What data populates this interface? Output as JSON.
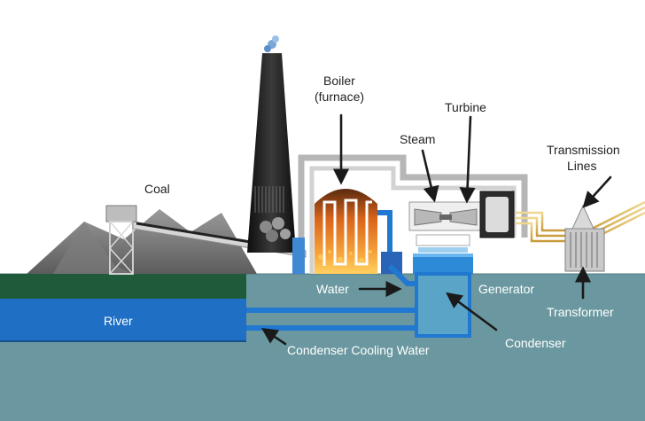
{
  "labels": {
    "coal": "Coal",
    "boiler_line1": "Boiler",
    "boiler_line2": "(furnace)",
    "turbine": "Turbine",
    "steam": "Steam",
    "transmission_line1": "Transmission",
    "transmission_line2": "Lines",
    "water": "Water",
    "generator": "Generator",
    "transformer": "Transformer",
    "river": "River",
    "condenser": "Condenser",
    "condenser_cooling_water": "Condenser Cooling Water"
  },
  "colors": {
    "ground": "#6b98a0",
    "river": "#1f6fc4",
    "river_bank": "#1f5a3a",
    "pipe": "#2178d0",
    "building_outline": "#b6b6b6",
    "stack": "#1b1b1b",
    "fire": "#f08a1e",
    "wire": "#e2c070"
  },
  "icons": [
    "smokestack",
    "coal-pile",
    "conveyor",
    "boiler",
    "turbine",
    "generator",
    "transformer",
    "condenser",
    "transmission-lines",
    "river"
  ]
}
